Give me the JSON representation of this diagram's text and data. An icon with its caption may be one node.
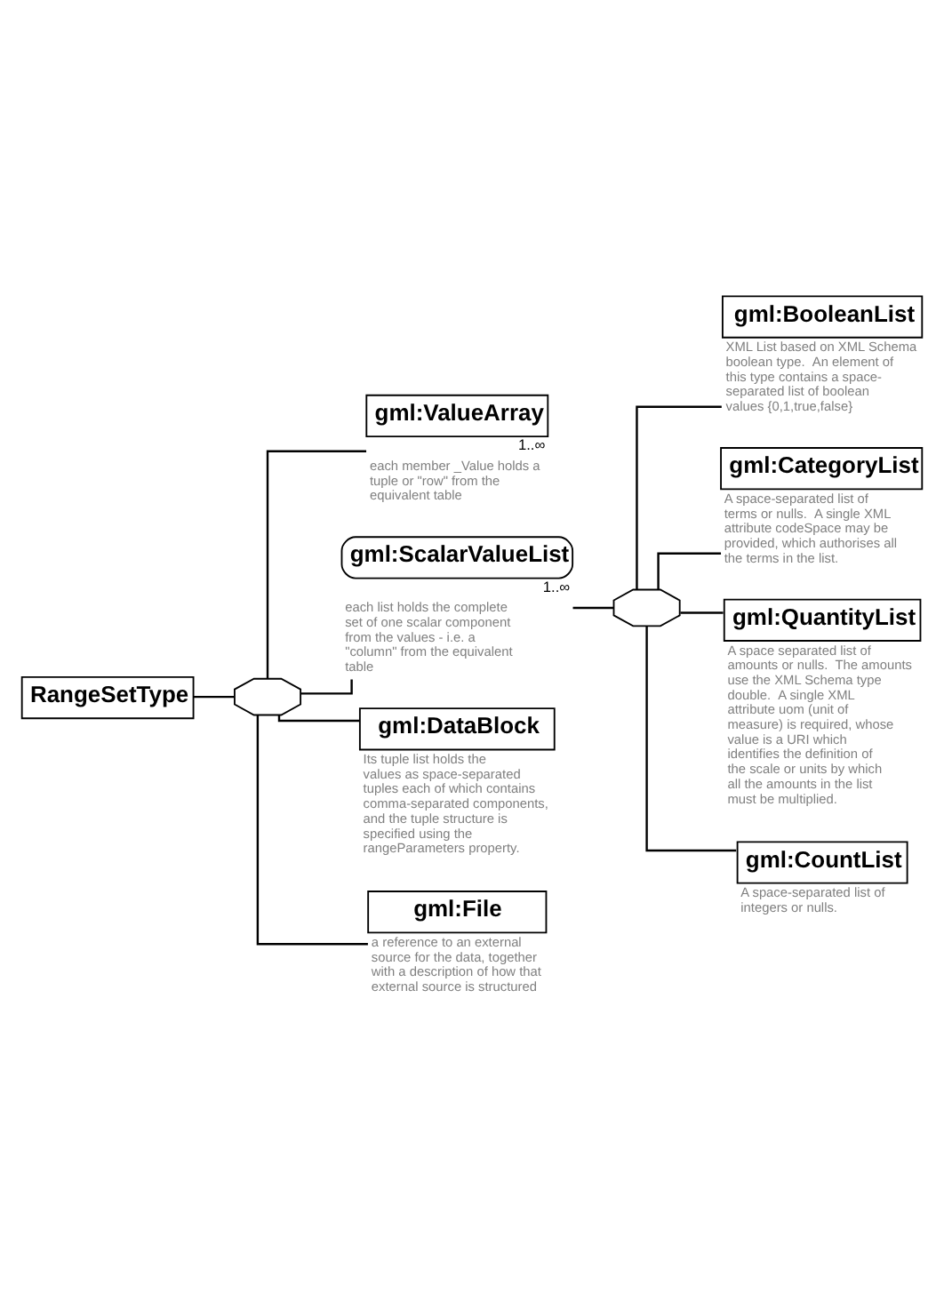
{
  "diagram": {
    "nodes": [
      {
        "text": [
          "RangeSetType"
        ]
      },
      {
        "text": [],
        "shape": "octagon"
      },
      {
        "text": [
          "gml:ValueArray"
        ],
        "beside": [
          "1..∞",
          "each member _Value holds a tuple or \"row\" from the equivalent table"
        ]
      },
      {
        "text": [
          "gml:ScalarValueList"
        ],
        "beside": [
          "1..∞",
          "each list holds the complete set of one scalar component from the values - i.e. a \"column\" from the equivalent table"
        ]
      },
      {
        "text": [],
        "shape": "octagon"
      },
      {
        "text": [
          "gml:BooleanList"
        ],
        "beside": [
          "XML List based on XML Schema boolean type.  An element of this type contains a space-separated list of boolean values {0,1,true,false}"
        ]
      },
      {
        "text": [
          "gml:CategoryList"
        ],
        "beside": [
          "A space-separated list of terms or nulls.  A single XML attribute codeSpace may be provided, which authorises all the terms in the list."
        ]
      },
      {
        "text": [
          "gml:QuantityList"
        ],
        "beside": [
          "A space separated list of amounts or nulls.  The amounts use the XML Schema type double.  A single XML attribute uom (unit of measure) is required, whose value is a URI which identifies the definition of the scale or units by which all the amounts in the list must be multiplied."
        ]
      },
      {
        "text": [
          "gml:CountList"
        ],
        "beside": [
          "A space-separated list of integers or nulls."
        ]
      },
      {
        "text": [
          "gml:DataBlock"
        ],
        "beside": [
          "Its tuple list holds the values as space-separated tuples each of which contains comma-separated components, and the tuple structure is specified using the rangeParameters property."
        ]
      },
      {
        "text": [
          "gml:File"
        ],
        "beside": [
          "a reference to an external source for the data, together with a description of how that external source is structured"
        ]
      }
    ],
    "edges": [
      {
        "from": 0,
        "to": 1,
        "arrow": "none"
      },
      {
        "from": 1,
        "to": 2,
        "arrow": "none"
      },
      {
        "from": 1,
        "to": 3,
        "arrow": "none"
      },
      {
        "from": 1,
        "to": 9,
        "arrow": "none"
      },
      {
        "from": 1,
        "to": 10,
        "arrow": "none"
      },
      {
        "from": 3,
        "to": 4,
        "arrow": "none"
      },
      {
        "from": 4,
        "to": 5,
        "arrow": "none"
      },
      {
        "from": 4,
        "to": 6,
        "arrow": "none"
      },
      {
        "from": 4,
        "to": 7,
        "arrow": "none"
      },
      {
        "from": 4,
        "to": 8,
        "arrow": "none"
      }
    ]
  }
}
